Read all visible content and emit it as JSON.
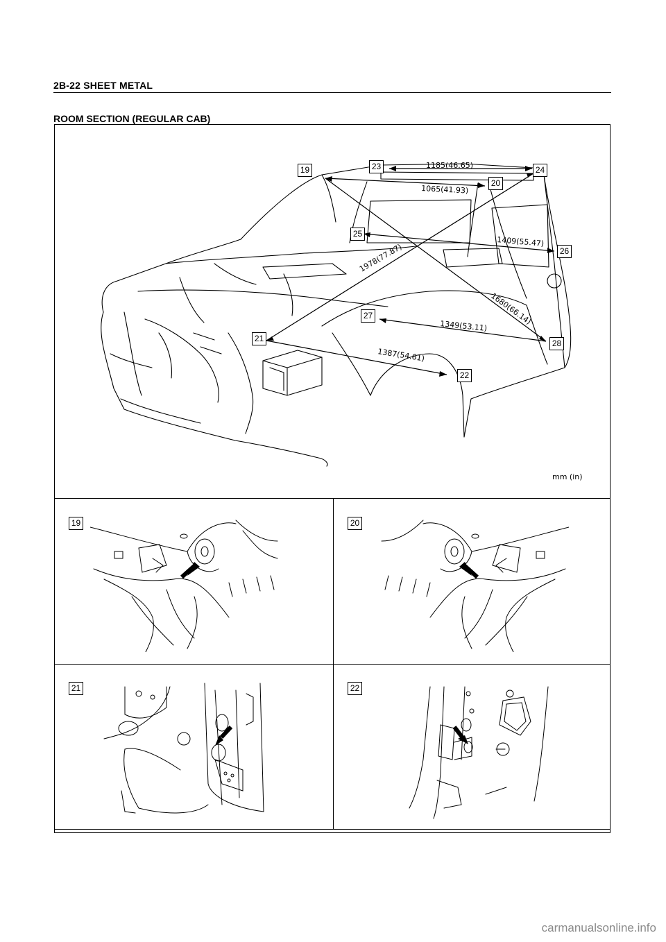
{
  "header": {
    "page_ref": "2B-22  SHEET METAL"
  },
  "section": {
    "title": "ROOM SECTION (REGULAR CAB)"
  },
  "main_figure": {
    "units": "mm (in)",
    "callouts": [
      "19",
      "20",
      "21",
      "22",
      "23",
      "24",
      "25",
      "26",
      "27",
      "28"
    ],
    "dimensions": [
      {
        "from": "23",
        "to": "24",
        "label": "1185(46.65)"
      },
      {
        "from": "19",
        "to": "20",
        "label": "1065(41.93)"
      },
      {
        "from": "25",
        "to": "26",
        "label": "1409(55.47)"
      },
      {
        "from": "21",
        "to": "24",
        "label": "1978(77.87)"
      },
      {
        "from": "19",
        "to": "28",
        "label": "1680(66.14)"
      },
      {
        "from": "27",
        "to": "28",
        "label": "1349(53.11)"
      },
      {
        "from": "21",
        "to": "22",
        "label": "1387(54.61)"
      }
    ]
  },
  "details": [
    {
      "id": "19"
    },
    {
      "id": "20"
    },
    {
      "id": "21"
    },
    {
      "id": "22"
    }
  ],
  "watermark": "carmanualsonline.info"
}
